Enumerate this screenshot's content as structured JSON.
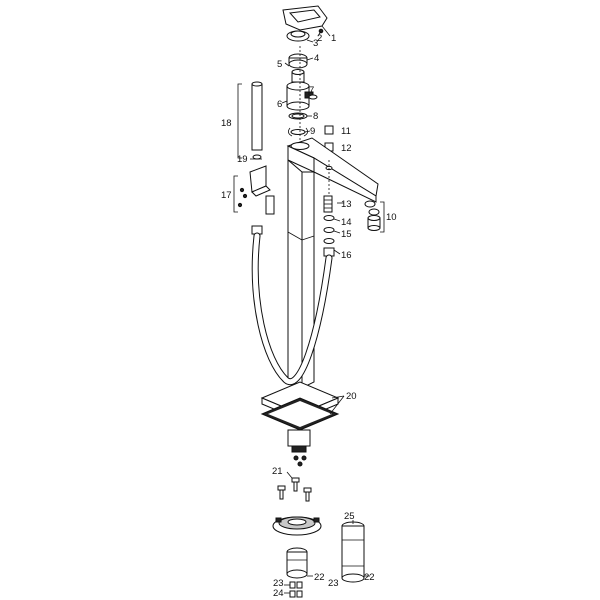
{
  "diagram": {
    "labels": {
      "p1": "1",
      "p2": "2",
      "p3": "3",
      "p4": "4",
      "p5": "5",
      "p6": "6",
      "p7": "7",
      "p8": "8",
      "p9": "9",
      "p10": "10",
      "p11": "11",
      "p12": "12",
      "p13": "13",
      "p14": "14",
      "p15": "15",
      "p16": "16",
      "p17": "17",
      "p18": "18",
      "p19": "19",
      "p20": "20",
      "p21": "21",
      "p22a": "22",
      "p22b": "22",
      "p23a": "23",
      "p23b": "23",
      "p24": "24",
      "p25": "25"
    }
  }
}
